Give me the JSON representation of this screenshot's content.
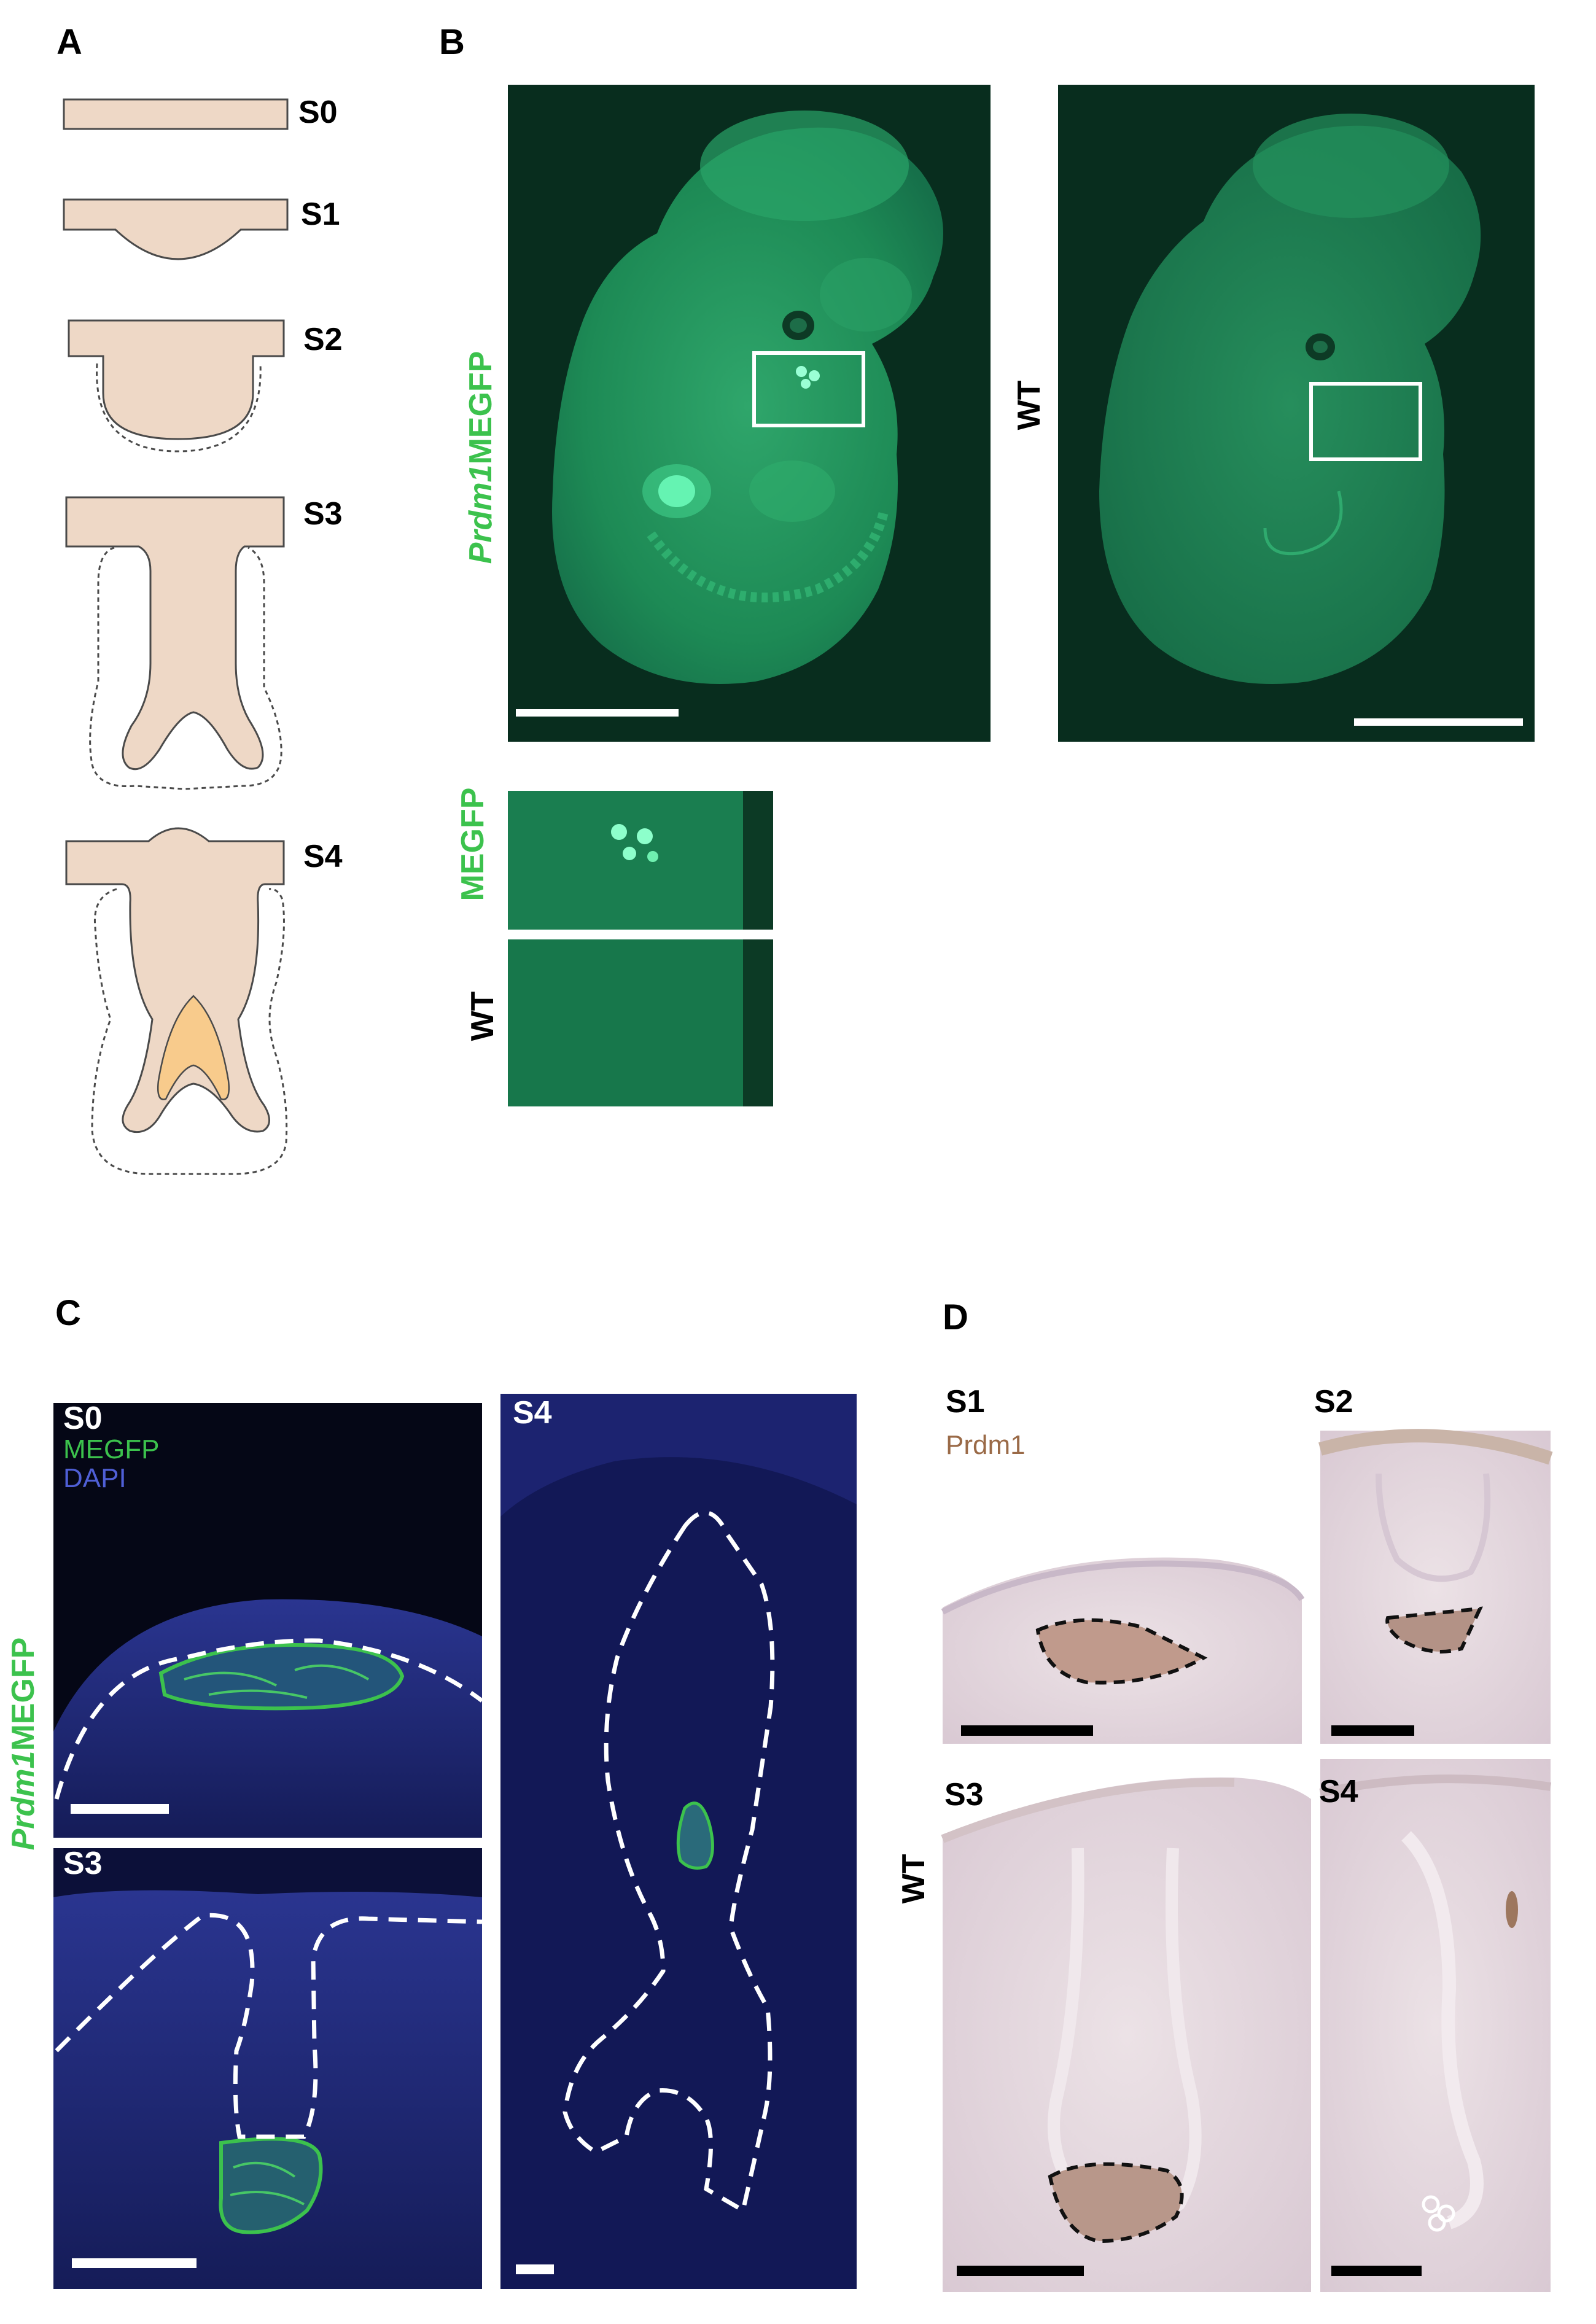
{
  "figure": {
    "panel_labels": {
      "a": "A",
      "b": "B",
      "c": "C",
      "d": "D"
    },
    "panel_a": {
      "stages": [
        "S0",
        "S1",
        "S2",
        "S3",
        "S4"
      ],
      "colors": {
        "tissue": "#eed8c6",
        "core": "#f8cb8c",
        "outline": "#4a4a4a"
      }
    },
    "panel_b": {
      "rotated_label_italic": "Prdm1",
      "rotated_label_rest": "MEGFP",
      "wt_label": "WT",
      "inset_megfp_label": "MEGFP",
      "inset_wt_label": "WT",
      "colors": {
        "background": "#082d1e",
        "embryo": "#1f8f5a",
        "label_green": "#3cc24d"
      }
    },
    "panel_c": {
      "stage_s0": "S0",
      "stage_s3": "S3",
      "stage_s4": "S4",
      "legend_megfp": "MEGFP",
      "legend_dapi": "DAPI",
      "rotated_label_italic": "Prdm1",
      "rotated_label_rest": "MEGFP",
      "colors": {
        "background": "#0a0d2e",
        "tissue": "#1c2470",
        "gfp": "#3cc24d"
      }
    },
    "panel_d": {
      "stage_s1": "S1",
      "stage_s2": "S2",
      "stage_s3": "S3",
      "stage_s4": "S4",
      "stain_label": "Prdm1",
      "wt_label": "WT",
      "colors": {
        "tissue": "#e9dde2",
        "stain": "#9a6a47"
      }
    }
  }
}
